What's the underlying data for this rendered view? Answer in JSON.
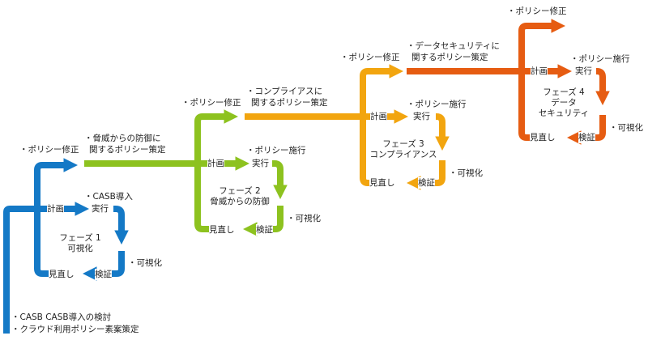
{
  "colors": {
    "phase1": "#1479c6",
    "phase2": "#8dc21f",
    "phase3": "#f2a50f",
    "phase4": "#e65c12"
  },
  "start_notes": [
    "・CASB CASB導入の検討",
    "・クラウド利用ポリシー素案策定"
  ],
  "phases": [
    {
      "cycle": {
        "plan": "計画",
        "do": "実行",
        "check": "検証",
        "act": "見直し"
      },
      "center": [
        "フェーズ 1",
        "可視化"
      ],
      "do_note": "・CASB導入",
      "check_note": "・可視化",
      "revise_note": "・ポリシー修正",
      "policy_note": [
        "・脅威からの防御に",
        "関するポリシー策定"
      ]
    },
    {
      "cycle": {
        "plan": "計画",
        "do": "実行",
        "check": "検証",
        "act": "見直し"
      },
      "center": [
        "フェーズ 2",
        "脅威からの防御"
      ],
      "do_note": "・ポリシー施行",
      "check_note": "・可視化",
      "revise_note": "・ポリシー修正",
      "policy_note": [
        "・コンプライアスに",
        "関するポリシー策定"
      ]
    },
    {
      "cycle": {
        "plan": "計画",
        "do": "実行",
        "check": "検証",
        "act": "見直し"
      },
      "center": [
        "フェーズ 3",
        "コンプライアンス"
      ],
      "do_note": "・ポリシー施行",
      "check_note": "・可視化",
      "revise_note": "・ポリシー修正",
      "policy_note": [
        "・データセキュリティに",
        "関するポリシー策定"
      ]
    },
    {
      "cycle": {
        "plan": "計画",
        "do": "実行",
        "check": "検証",
        "act": "見直し"
      },
      "center": [
        "フェーズ 4",
        "データ",
        "セキュリティ"
      ],
      "do_note": "・ポリシー施行",
      "check_note": "・可視化",
      "revise_note": "・ポリシー修正"
    }
  ]
}
